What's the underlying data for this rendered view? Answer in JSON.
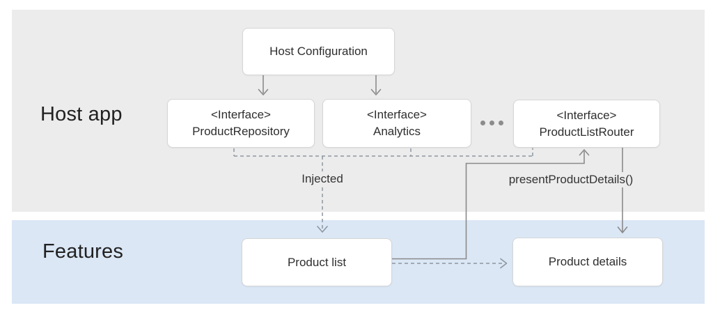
{
  "diagram": {
    "sections": {
      "host_app": {
        "label": "Host app"
      },
      "features": {
        "label": "Features"
      }
    },
    "nodes": {
      "host_configuration": {
        "label": "Host Configuration"
      },
      "product_repository": {
        "stereotype": "<Interface>",
        "label": "ProductRepository"
      },
      "analytics": {
        "stereotype": "<Interface>",
        "label": "Analytics"
      },
      "product_list_router": {
        "stereotype": "<Interface>",
        "label": "ProductListRouter"
      },
      "product_list": {
        "label": "Product list"
      },
      "product_details": {
        "label": "Product details"
      }
    },
    "edge_labels": {
      "injected": "Injected",
      "present_product_details": "presentProductDetails()"
    },
    "colors": {
      "host_band": "#ececec",
      "features_band": "#dbe7f5",
      "node_background": "#ffffff",
      "node_border": "#d6d6d6",
      "solid_line": "#8a8a8a",
      "dashed_line": "#8d96a0",
      "text": "#2e2e2e"
    }
  }
}
